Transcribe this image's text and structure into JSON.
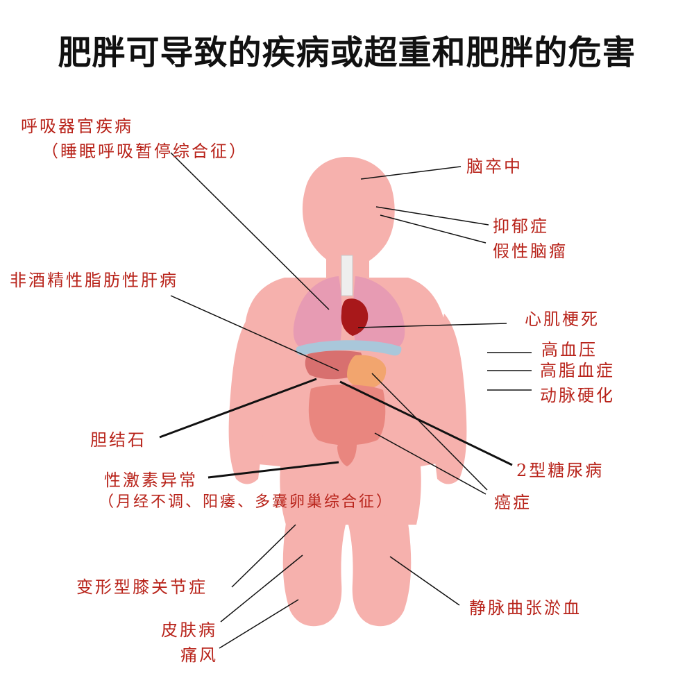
{
  "title": "肥胖可导致的疾病或超重和肥胖的危害",
  "colors": {
    "label": "#b8231a",
    "body": "#f6b1ad",
    "lungs": "#e79bb3",
    "heart": "#a8181a",
    "liver": "#d8706f",
    "stomach": "#f2a56e",
    "intestine": "#e9867f",
    "diaphragm": "#a9c7da",
    "trachea": "#eeeeee",
    "line": "#111111"
  },
  "labels": {
    "respiratory": "呼吸器官疾病",
    "respiratory_sub": "（睡眠呼吸暂停综合征）",
    "stroke": "脑卒中",
    "depression": "抑郁症",
    "pseudotumor": "假性脑瘤",
    "nafld": "非酒精性脂肪性肝病",
    "mi": "心肌梗死",
    "hypertension": "高血压",
    "hyperlipidemia": "高脂血症",
    "arteriosclerosis": "动脉硬化",
    "gallstone": "胆结石",
    "diabetes": "2型糖尿病",
    "hormone": "性激素异常",
    "hormone_sub": "（月经不调、阳痿、多囊卵巢综合征）",
    "cancer": "癌症",
    "knee": "变形型膝关节症",
    "skin": "皮肤病",
    "gout": "痛风",
    "varicose": "静脉曲张淤血"
  }
}
